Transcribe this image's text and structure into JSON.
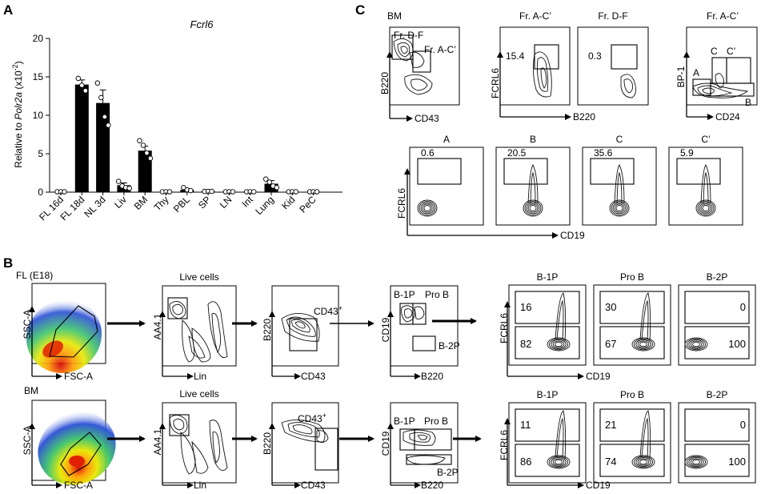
{
  "panel_labels": {
    "a": "A",
    "b": "B",
    "c": "C"
  },
  "chart_data": {
    "type": "bar",
    "title": "Fcrl6",
    "ylabel_prefix": "Relative to ",
    "ylabel_gene": "Polr2a",
    "ylabel_suffix": " (x10",
    "ylabel_exp": "-2",
    "ylabel_close": ")",
    "ylim": [
      0,
      20
    ],
    "yticks": [
      "0",
      "5",
      "10",
      "15",
      "20"
    ],
    "ytick_values": [
      0,
      5,
      10,
      15,
      20
    ],
    "categories": [
      "FL 16d",
      "FL 18d",
      "NL 3d",
      "Liv",
      "BM",
      "Thy",
      "PBL",
      "SP",
      "LN",
      "Int",
      "Lung",
      "Kid",
      "PeC"
    ],
    "values": [
      0.05,
      14.0,
      11.6,
      0.9,
      5.4,
      0.05,
      0.3,
      0.1,
      0.05,
      0.05,
      1.1,
      0.05,
      0.05
    ],
    "errors": [
      0.05,
      0.6,
      1.7,
      0.3,
      0.6,
      0.05,
      0.15,
      0.05,
      0.05,
      0.05,
      0.4,
      0.05,
      0.05
    ],
    "points": [
      [
        0.05,
        0.05,
        0.05
      ],
      [
        14.8,
        13.9,
        13.2
      ],
      [
        14.2,
        12.3,
        9.8,
        8.7
      ],
      [
        1.4,
        0.8,
        0.6,
        0.5
      ],
      [
        6.7,
        6.1,
        5.1,
        4.4
      ],
      [
        0.05,
        0.05,
        0.05
      ],
      [
        0.6,
        0.3,
        0.2
      ],
      [
        0.1,
        0.1,
        0.1
      ],
      [
        0.05,
        0.05,
        0.05
      ],
      [
        0.05,
        0.05,
        0.05
      ],
      [
        1.7,
        1.3,
        0.8,
        0.6
      ],
      [
        0.05,
        0.05,
        0.05
      ],
      [
        0.05,
        0.05,
        0.05
      ]
    ]
  },
  "panelB": {
    "fl": {
      "title": "FL (E18)",
      "live_title": "Live cells",
      "ssc": "SSC-A",
      "fsc": "FSC-A",
      "aa41": "AA4.1",
      "lin": "Lin",
      "b220": "B220",
      "cd43": "CD43",
      "cd43plus": "CD43",
      "plus": "+",
      "cd19": "CD19",
      "b1p": "B-1P",
      "prob": "Pro B",
      "b2p": "B-2P",
      "fcrl6": "FCRL6",
      "cd19x": "CD19",
      "sub_titles": [
        "B-1P",
        "Pro B",
        "B-2P"
      ],
      "top_vals": [
        "16",
        "30",
        "0"
      ],
      "bot_vals": [
        "82",
        "67",
        "100"
      ]
    },
    "bm": {
      "title": "BM",
      "live_title": "Live cells",
      "ssc": "SSC-A",
      "fsc": "FSC-A",
      "aa41": "AA4.1",
      "lin": "Lin",
      "b220": "B220",
      "cd43": "CD43",
      "cd43plus": "CD43",
      "plus": "+",
      "cd19": "CD19",
      "b1p": "B-1P",
      "prob": "Pro B",
      "b2p": "B-2P",
      "fcrl6": "FCRL6",
      "cd19x": "CD19",
      "sub_titles": [
        "B-1P",
        "Pro B",
        "B-2P"
      ],
      "top_vals": [
        "11",
        "21",
        "0"
      ],
      "bot_vals": [
        "86",
        "74",
        "100"
      ]
    }
  },
  "panelC": {
    "bm": "BM",
    "frdf": "Fr. D-F",
    "frac": "Fr. A-C’",
    "b220": "B220",
    "cd43": "CD43",
    "t_frac": "Fr. A-C’",
    "t_frdf": "Fr. D-F",
    "t_frac2": "Fr. A-C’",
    "fcrl6": "FCRL6",
    "b220x": "B220",
    "val_frac": "15.4",
    "val_frdf": "0.3",
    "bp1": "BP-1",
    "cd24": "CD24",
    "gA": "A",
    "gB": "B",
    "gC": "C",
    "gCp": "C’",
    "bottom_titles": [
      "A",
      "B",
      "C",
      "C’"
    ],
    "bottom_vals": [
      "0.6",
      "20.5",
      "35.6",
      "5.9"
    ],
    "fcrl6_b": "FCRL6",
    "cd19": "CD19"
  }
}
